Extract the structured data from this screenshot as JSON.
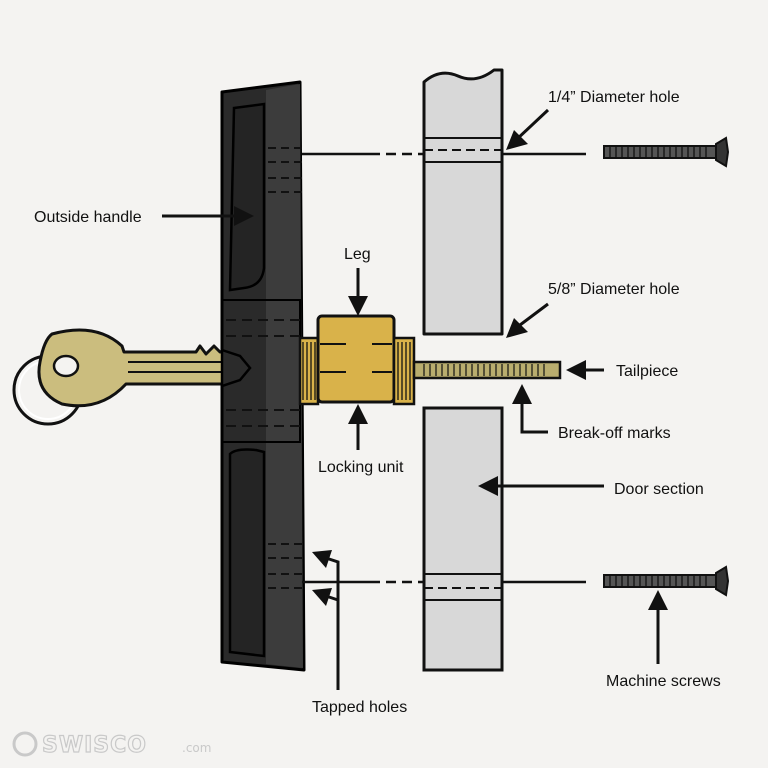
{
  "labels": {
    "quarter_hole": "1/4” Diameter hole",
    "outside_handle": "Outside handle",
    "leg": "Leg",
    "five_eighth_hole": "5/8” Diameter hole",
    "tailpiece": "Tailpiece",
    "break_off_marks": "Break-off marks",
    "locking_unit": "Locking unit",
    "door_section": "Door section",
    "machine_screws": "Machine screws",
    "tapped_holes": "Tapped holes"
  },
  "watermark": {
    "brand": "SWISCO",
    "suffix": ".com"
  },
  "colors": {
    "handle_dark": "#2b2b2b",
    "handle_mid": "#3d3d3d",
    "key_brass": "#cbbd7e",
    "lock_brass": "#d9b24a",
    "tailpiece": "#b9ad6e",
    "door": "#d8d8d8",
    "background": "#f4f3f1"
  }
}
